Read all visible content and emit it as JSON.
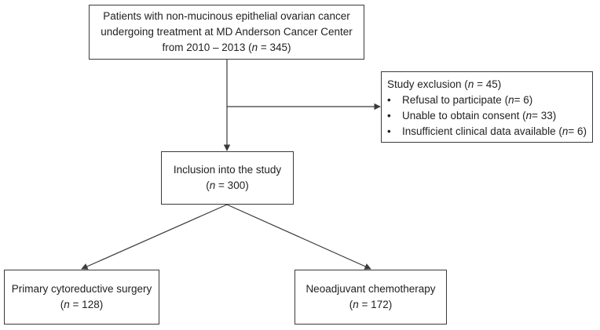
{
  "nodes": {
    "patients": {
      "line1": "Patients with non-mucinous epithelial ovarian cancer",
      "line2": "undergoing treatment at MD Anderson Cancer Center",
      "line3_prefix": "from 2010 – 2013 (",
      "n_symbol": "n",
      "count_text": " = 345)"
    },
    "exclusion": {
      "title_prefix": "Study exclusion (",
      "n_symbol": "n",
      "title_count": " = 45)",
      "bullet_glyph": "•",
      "reasons": [
        {
          "label": "Refusal to participate (",
          "n_symbol": "n",
          "count_text": " = 6)"
        },
        {
          "label": "Unable to obtain consent (",
          "n_symbol": "n",
          "count_text": " = 33)"
        },
        {
          "label": "Insufficient clinical data available (",
          "n_symbol": "n",
          "count_text": " = 6)"
        }
      ]
    },
    "inclusion": {
      "line1": "Inclusion into the study",
      "prefix": "(",
      "n_symbol": "n",
      "count_text": " = 300)"
    },
    "primary": {
      "line1": "Primary cytoreductive surgery",
      "prefix": "(",
      "n_symbol": "n",
      "count_text": " = 128)"
    },
    "neoadjuvant": {
      "line1": "Neoadjuvant chemotherapy",
      "prefix": "(",
      "n_symbol": "n",
      "count_text": " = 172)"
    }
  },
  "colors": {
    "line": "#3a3a3a",
    "border": "#3a3a3a",
    "text": "#222222",
    "background": "#ffffff"
  }
}
